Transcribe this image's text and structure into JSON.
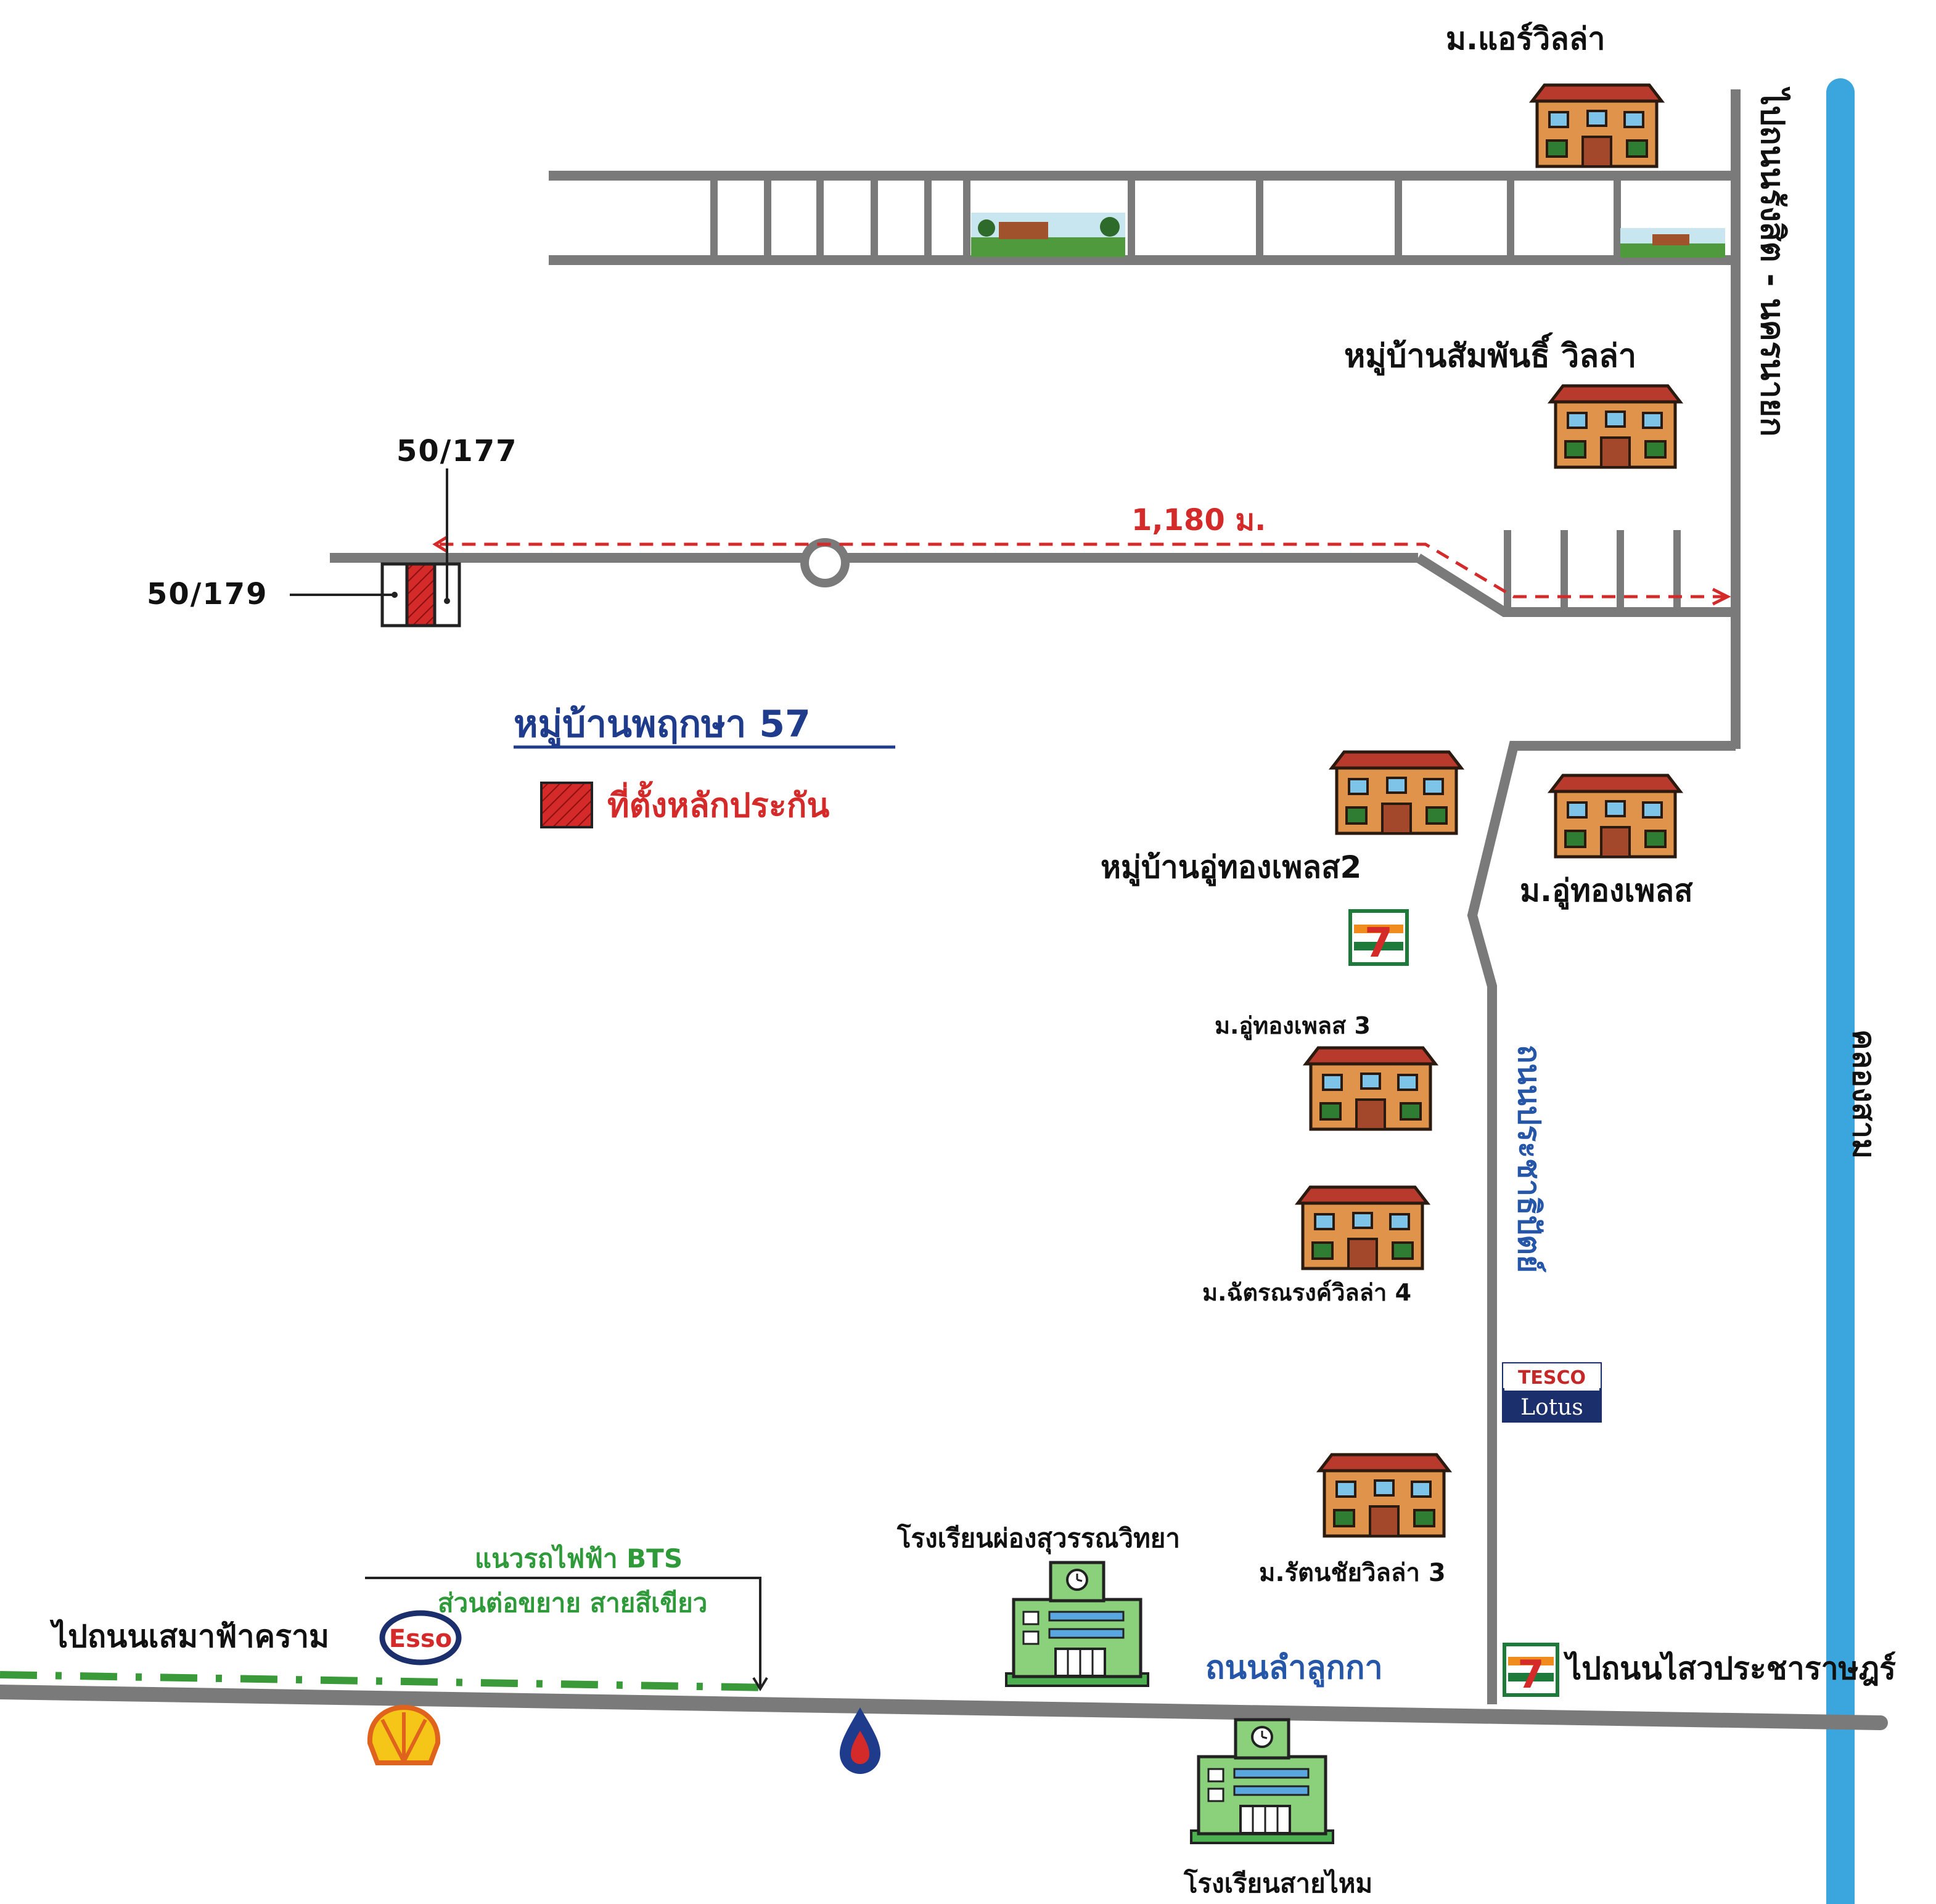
{
  "legend": {
    "village_title": "หมู่บ้านพฤกษา 57",
    "collateral_label": "ที่ตั้งหลักประกัน"
  },
  "plots": {
    "plot_a": "50/177",
    "plot_b": "50/179"
  },
  "distance_label": "1,180 ม.",
  "roads": {
    "rangsit_nakhon_nayok": "ไปถนนรังสิต - นครนายก",
    "prachathipat": "ถนนประชาธิปัตย์",
    "lam_luk_ka": "ถนนลำลูกกา",
    "to_sema_fah_khram": "ไปถนนเสมาฟ้าคราม",
    "to_saiwa_pracharat": "ไปถนนไสวประชาราษฎร์",
    "canal": "คลองสาม"
  },
  "bts": {
    "line1": "แนวรถไฟฟ้า BTS",
    "line2": "ส่วนต่อขยาย สายสีเขียว"
  },
  "places": {
    "air_villa": "ม.แอร์วิลล่า",
    "samphan_villa": "หมู่บ้านสัมพันธิ์ วิลล่า",
    "uthong_place2": "หมู่บ้านอู่ทองเพลส2",
    "uthong_place": "ม.อู่ทองเพลส",
    "uthong_place3": "ม.อู่ทองเพลส 3",
    "chatnarong_villa4": "ม.ฉัตรณรงค์วิลล่า 4",
    "rattanachai_villa3": "ม.รัตนชัยวิลล่า 3",
    "school_phongsuwan": "โรงเรียนผ่องสุวรรณวิทยา",
    "school_saimai": "โรงเรียนสายไหม"
  },
  "logos": {
    "esso": "Esso",
    "tesco_top": "TESCO",
    "tesco_bottom": "Lotus",
    "seven": "7"
  },
  "colors": {
    "road": "#7a7a7a",
    "canal": "#3aa6dd",
    "collateral": "#d42a2a",
    "title_blue": "#1f3c8c",
    "road_label_blue": "#2556a8",
    "bts_green": "#2f9a3a"
  }
}
